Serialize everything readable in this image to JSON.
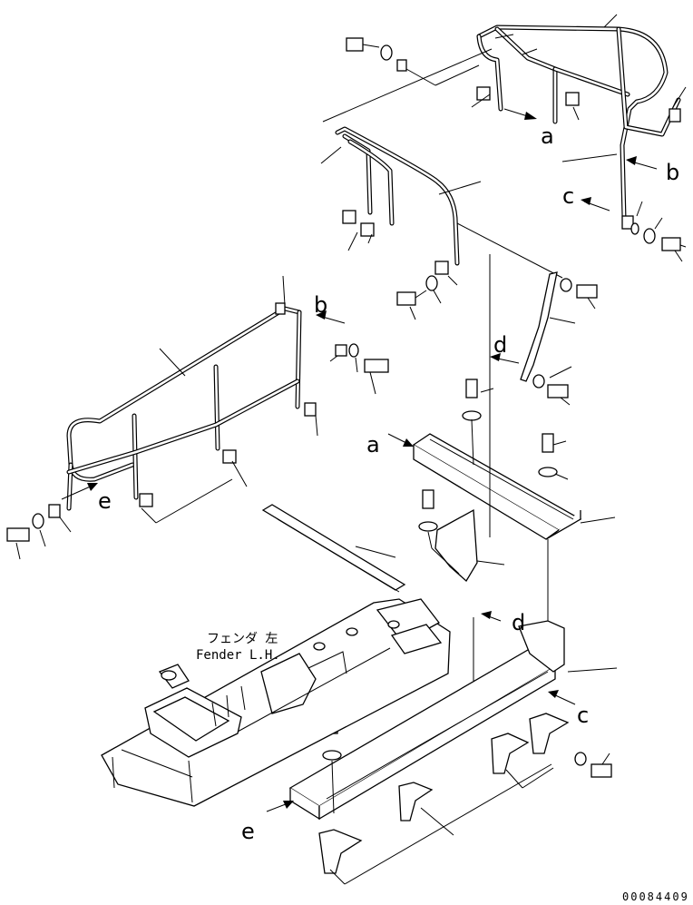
{
  "view_labels": {
    "a": "a",
    "b": "b",
    "c": "c",
    "d": "d",
    "e": "e"
  },
  "note": {
    "japanese": "フェンダ 左",
    "english": "Fender L.H."
  },
  "drawing_number": "00084409"
}
